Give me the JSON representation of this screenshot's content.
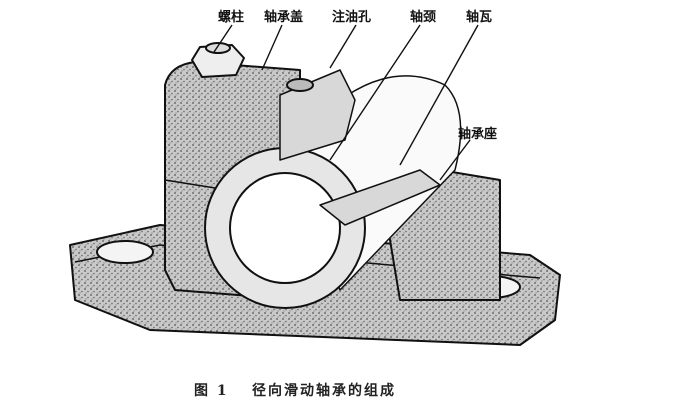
{
  "labels": {
    "stud": "螺柱",
    "bearing_cap": "轴承盖",
    "oil_hole": "注油孔",
    "journal": "轴颈",
    "bearing_bush": "轴瓦",
    "bearing_seat": "轴承座"
  },
  "caption": {
    "figure_number": "图 1",
    "title": "径向滑动轴承的组成"
  }
}
